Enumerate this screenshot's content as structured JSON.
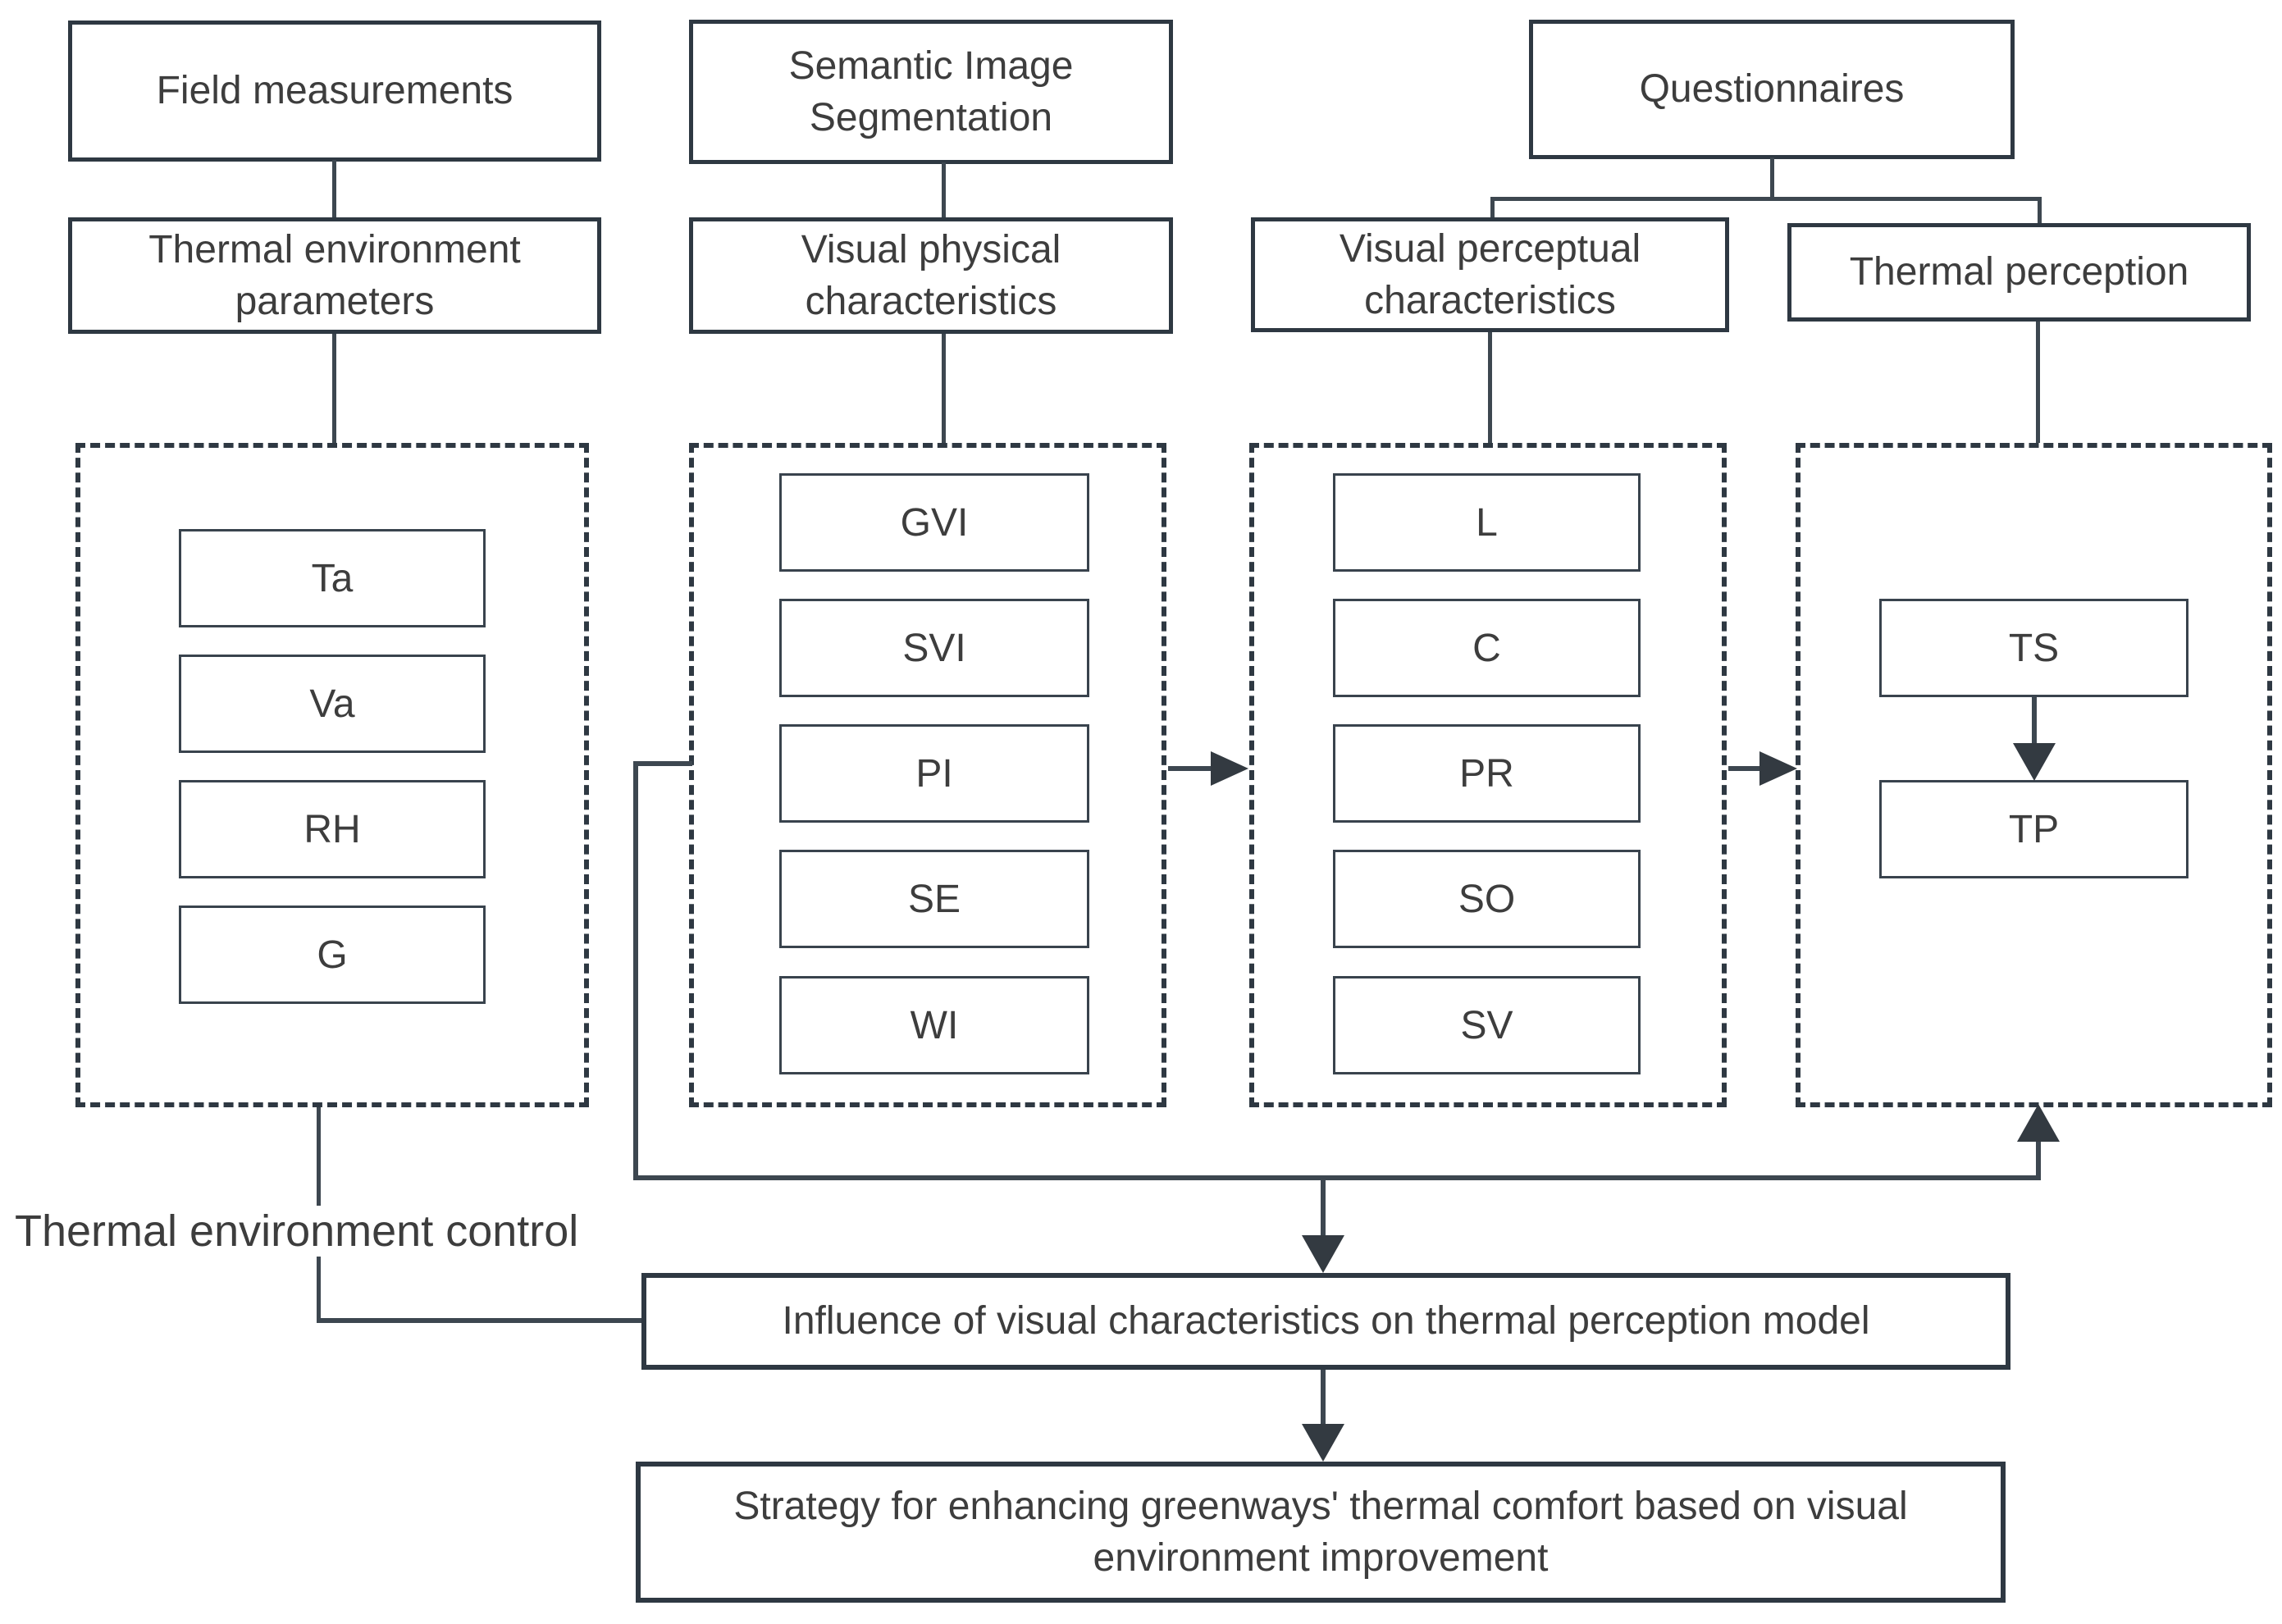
{
  "figure": {
    "colors": {
      "background": "#ffffff",
      "border": "#2e3842",
      "line": "#3d4750",
      "arrow": "#333a41",
      "text": "#3d3d3d"
    }
  },
  "sources": {
    "field_measurements": "Field measurements",
    "semantic_image_segmentation": "Semantic Image Segmentation",
    "questionnaires": "Questionnaires"
  },
  "categories": {
    "thermal_environment_parameters": "Thermal environment parameters",
    "visual_physical_characteristics": "Visual physical characteristics",
    "visual_perceptual_characteristics": "Visual perceptual characteristics",
    "thermal_perception": "Thermal perception"
  },
  "items": {
    "thermal_environment_parameters": [
      "Ta",
      "Va",
      "RH",
      "G"
    ],
    "visual_physical_characteristics": [
      "GVI",
      "SVI",
      "PI",
      "SE",
      "WI"
    ],
    "visual_perceptual_characteristics": [
      "L",
      "C",
      "PR",
      "SO",
      "SV"
    ],
    "thermal_perception": [
      "TS",
      "TP"
    ]
  },
  "annotations": {
    "thermal_environment_control": "Thermal environment control"
  },
  "results": {
    "influence_model": "Influence of visual characteristics on thermal perception model",
    "strategy": "Strategy for enhancing greenways' thermal comfort based on visual environment improvement"
  }
}
